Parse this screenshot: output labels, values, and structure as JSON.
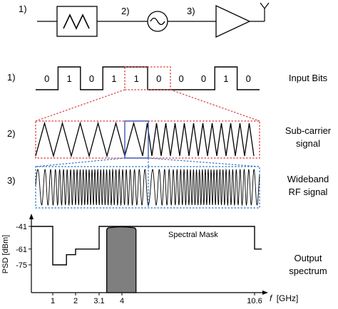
{
  "chain": {
    "labels": [
      "1)",
      "2)",
      "3)"
    ],
    "blocks": [
      "triangle-filter-icon",
      "oscillator-icon",
      "amplifier-icon",
      "antenna-icon"
    ]
  },
  "rows": [
    {
      "num": "1)",
      "label_lines": [
        "Input Bits"
      ]
    },
    {
      "num": "2)",
      "label_lines": [
        "Sub-carrier",
        "signal"
      ]
    },
    {
      "num": "3)",
      "label_lines": [
        "Wideband",
        "RF signal"
      ]
    },
    {
      "num": "",
      "label_lines": [
        "Output",
        "spectrum"
      ]
    }
  ],
  "bits": [
    "0",
    "1",
    "0",
    "1",
    "1",
    "0",
    "0",
    "0",
    "1",
    "0"
  ],
  "colors": {
    "red_dashed": "#e03c3c",
    "blue_dashed": "#2a78c8",
    "highlight_box": "#3c5ab4",
    "spectrum_fill": "#7f7f7f",
    "line": "#000000"
  },
  "chart_data": {
    "type": "line",
    "title": "",
    "ylabel": "PSD [dBm]",
    "xlabel_symbol": "f",
    "xlabel_unit": "[GHz]",
    "x_ticks": [
      "1",
      "2",
      "3.1",
      "4",
      "10.6"
    ],
    "y_ticks": [
      "-41",
      "-61",
      "-75"
    ],
    "annotation": "Spectral Mask",
    "mask": [
      {
        "f_from": 0,
        "f_to": 1,
        "psd": -41
      },
      {
        "f_from": 1,
        "f_to": 1.6,
        "psd": -75
      },
      {
        "f_from": 1.6,
        "f_to": 2,
        "psd": -66
      },
      {
        "f_from": 2,
        "f_to": 3.1,
        "psd": -61
      },
      {
        "f_from": 3.1,
        "f_to": 10.6,
        "psd": -41
      },
      {
        "f_from": 10.6,
        "f_to": 11,
        "psd": -61
      }
    ],
    "signal_band": {
      "f_from": 3.4,
      "f_to": 4.7,
      "peak_psd": -42
    }
  }
}
